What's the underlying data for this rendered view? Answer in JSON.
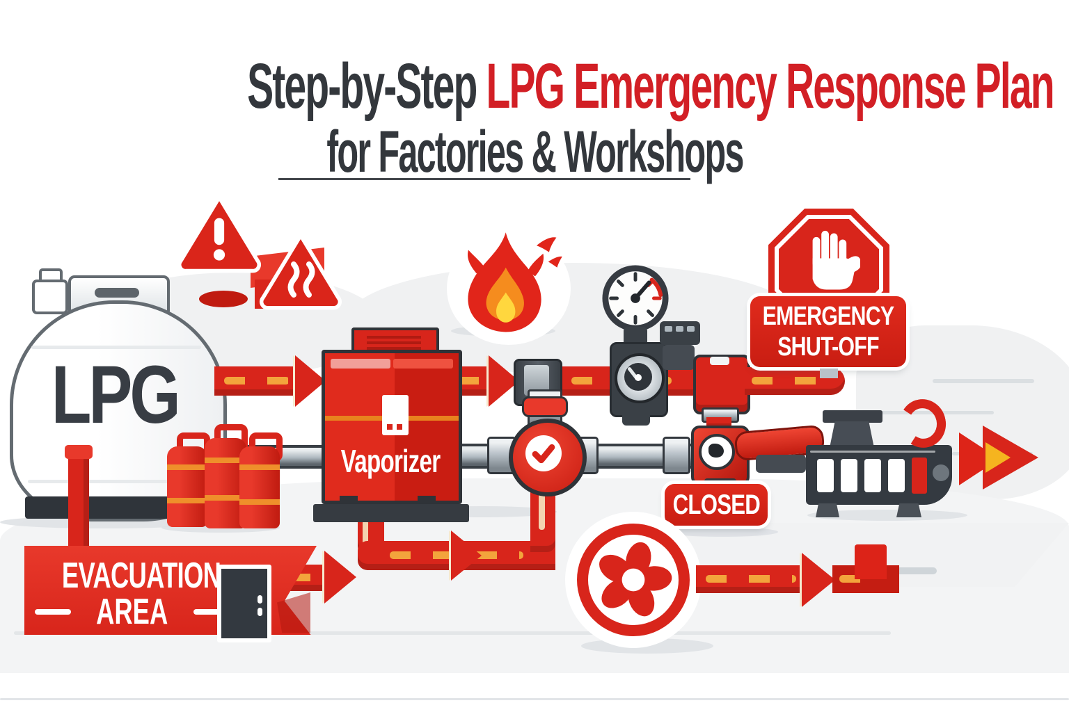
{
  "title": {
    "prefix": "Step-by-Step",
    "highlight": "LPG Emergency Response Plan",
    "line2": "for Factories & Workshops"
  },
  "labels": {
    "tank": "LPG",
    "vaporizer": "Vaporizer",
    "shutoff": {
      "line1": "EMERGENCY",
      "line2": "SHUT-OFF"
    },
    "valve_status": "CLOSED",
    "evacuation": {
      "line1": "EVACUATION",
      "line2": "AREA"
    }
  },
  "icons": {
    "warning": "exclamation-warning-triangle",
    "heat": "heat-warning-triangle",
    "fire": "flame",
    "gauge": "pressure-gauge",
    "regulator": "pressure-regulator",
    "stop": "stop-hand-octagon",
    "check_valve": "check-valve",
    "closed_valve": "shut-off-lever-valve",
    "fan": "ventilation-fan",
    "door": "exit-door",
    "machine": "factory-machine",
    "tank": "lpg-storage-tank",
    "cylinders": "gas-cylinders",
    "flow_arrow": "red-dashed-flow-arrow"
  },
  "colors": {
    "red": "#d8251b",
    "bright_red": "#e8392b",
    "dark_red": "#b3170e",
    "title_red": "#d21f25",
    "charcoal": "#33373c",
    "machine_gray": "#343a41",
    "orange_dash": "#f3a43c",
    "cylinder_stripe": "#ef8f2b",
    "silver": "#b9c2c9",
    "background_gray": "#f0f1f2"
  }
}
